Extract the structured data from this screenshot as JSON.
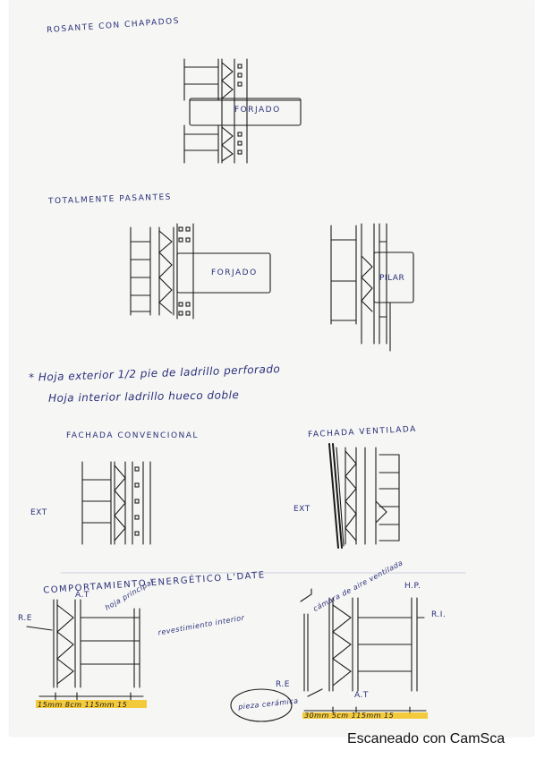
{
  "sections": {
    "rosante": {
      "title": "ROSANTE CON CHAPADOS",
      "forjado": "FORJADO"
    },
    "totalmente": {
      "title": "TOTALMENTE PASANTES",
      "forjado": "FORJADO",
      "pilar": "PILAR"
    },
    "notes": {
      "line1": "* Hoja exterior 1/2 pie de ladrillo perforado",
      "line2": "Hoja interior ladrillo hueco doble"
    },
    "fachadas": {
      "convencional": "FACHADA CONVENCIONAL",
      "ventilada": "FACHADA VENTILADA",
      "ext_left": "EXT",
      "ext_right": "EXT"
    },
    "comportamiento": {
      "title": "COMPORTAMIENTO ENERGÉTICO L'DATE",
      "re_left": "R.E",
      "at_left": "A.T",
      "hoja_principal": "hoja principal",
      "revestimiento": "revestimiento interior",
      "dims_left": "15mm 8cm 115mm 15",
      "camara": "cámara de aire ventilada",
      "hp": "H.P.",
      "ri": "R.I.",
      "re_right": "R.E",
      "at_right": "A.T",
      "pieza_ceramica": "pieza cerámica",
      "dims_right": "30mm 5cm 115mm 15"
    }
  },
  "footer": {
    "scanner": "Escaneado con CamSca"
  },
  "colors": {
    "ink": "#2a2f7a",
    "highlight": "#f2c21b",
    "paper": "#f6f6f4"
  }
}
